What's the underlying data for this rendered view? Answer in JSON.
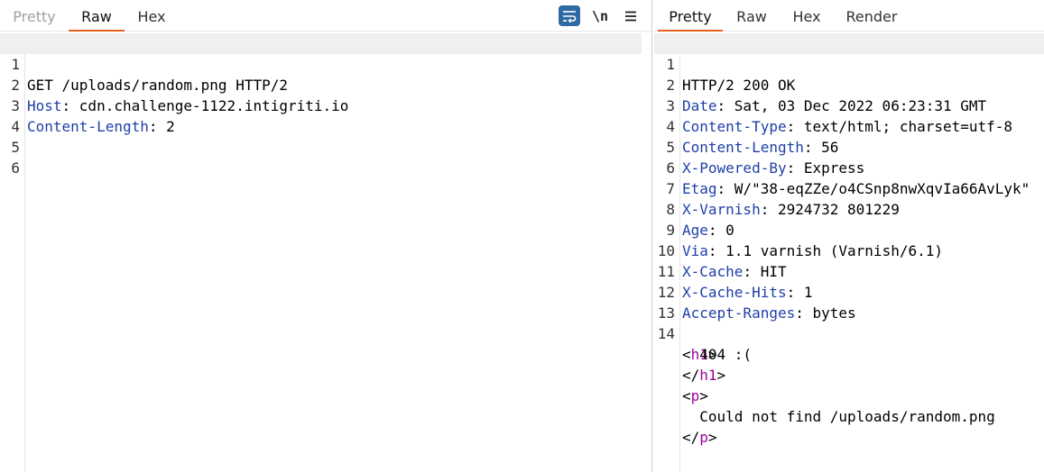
{
  "request": {
    "tabs": [
      {
        "label": "Pretty",
        "state": "disabled"
      },
      {
        "label": "Raw",
        "state": "active"
      },
      {
        "label": "Hex",
        "state": "normal"
      }
    ],
    "tools": {
      "wrap_icon": "word-wrap-icon",
      "newline_label": "\\n",
      "menu_icon": "hamburger-menu-icon"
    },
    "lines": [
      {
        "n": "1",
        "text": "GET /uploads/random.png HTTP/2"
      },
      {
        "n": "2",
        "key": "Host",
        "value": ": cdn.challenge-1122.intigriti.io"
      },
      {
        "n": "3",
        "key": "Content-Length",
        "value": ": 2"
      },
      {
        "n": "4"
      },
      {
        "n": "5"
      },
      {
        "n": "6"
      }
    ]
  },
  "response": {
    "tabs": [
      {
        "label": "Pretty",
        "state": "active"
      },
      {
        "label": "Raw",
        "state": "normal"
      },
      {
        "label": "Hex",
        "state": "normal"
      },
      {
        "label": "Render",
        "state": "normal"
      }
    ],
    "lines": [
      {
        "n": "1",
        "text": "HTTP/2 200 OK"
      },
      {
        "n": "2",
        "key": "Date",
        "value": ": Sat, 03 Dec 2022 06:23:31 GMT"
      },
      {
        "n": "3",
        "key": "Content-Type",
        "value": ": text/html; charset=utf-8"
      },
      {
        "n": "4",
        "key": "Content-Length",
        "value": ": 56"
      },
      {
        "n": "5",
        "key": "X-Powered-By",
        "value": ": Express"
      },
      {
        "n": "6",
        "key": "Etag",
        "value": ": W/\"38-eqZZe/o4CSnp8nwXqvIa66AvLyk\""
      },
      {
        "n": "7",
        "key": "X-Varnish",
        "value": ": 2924732 801229"
      },
      {
        "n": "8",
        "key": "Age",
        "value": ": 0"
      },
      {
        "n": "9",
        "key": "Via",
        "value": ": 1.1 varnish (Varnish/6.1)"
      },
      {
        "n": "10",
        "key": "X-Cache",
        "value": ": HIT"
      },
      {
        "n": "11",
        "key": "X-Cache-Hits",
        "value": ": 1"
      },
      {
        "n": "12",
        "key": "Accept-Ranges",
        "value": ": bytes"
      },
      {
        "n": "13"
      },
      {
        "n": "14",
        "pre": "<",
        "tag": "h1",
        "post": ">"
      },
      {
        "n": "",
        "text": "  404 :("
      },
      {
        "n": "",
        "pre": "</",
        "tag": "h1",
        "post": ">"
      },
      {
        "n": "",
        "pre": "<",
        "tag": "p",
        "post": ">"
      },
      {
        "n": "",
        "text": "  Could not find /uploads/random.png"
      },
      {
        "n": "",
        "pre": "</",
        "tag": "p",
        "post": ">"
      }
    ]
  },
  "colors": {
    "active_tab_underline": "#e8601c",
    "header_key": "#1f3fa8",
    "html_tag": "#a000a0",
    "wrap_button": "#2f6aa3",
    "line_highlight": "#efefef"
  }
}
